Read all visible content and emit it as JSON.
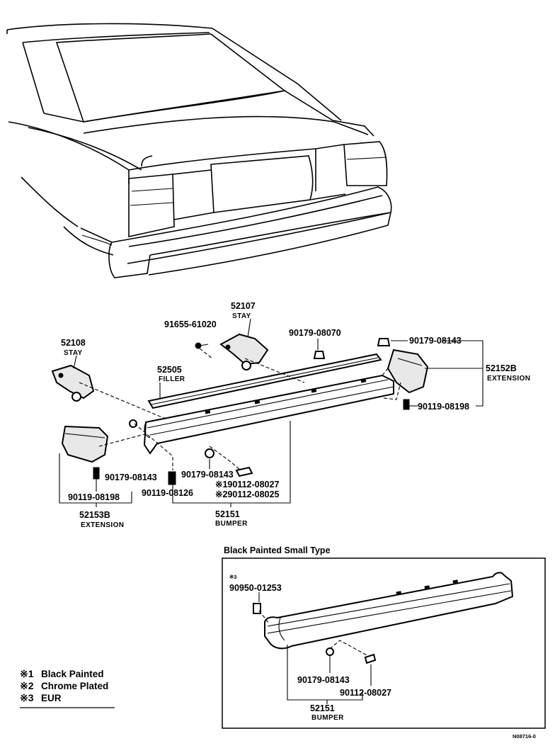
{
  "labels": {
    "stay_right_pn": "52107",
    "stay_right_name": "STAY",
    "stay_left_pn": "52108",
    "stay_left_name": "STAY",
    "screw_top": "91655-61020",
    "nut_top": "90179-08070",
    "nut_ext_right": "90179-08143",
    "ext_right_pn": "52152B",
    "ext_right_name": "EXTENSION",
    "bolt_ext_right": "90119-08198",
    "filler_pn": "52505",
    "filler_name": "FILLER",
    "nut_left": "90179-08143",
    "bolt_left": "90119-08198",
    "ext_left_pn": "52153B",
    "ext_left_name": "EXTENSION",
    "nut_center": "90179-08143",
    "bolt_center": "90119-08126",
    "bolt_alt1": "※190112-08027",
    "bolt_alt2": "※290112-08025",
    "bumper_pn": "52151",
    "bumper_name": "BUMPER"
  },
  "inset": {
    "title": "Black Painted Small Type",
    "note_mark": "※3",
    "clip_pn": "90950-01253",
    "nut_pn": "90179-08143",
    "bolt_pn": "90112-08027",
    "bumper_pn": "52151",
    "bumper_name": "BUMPER"
  },
  "legend": [
    {
      "mark": "※1",
      "text": "Black Painted"
    },
    {
      "mark": "※2",
      "text": "Chrome Plated"
    },
    {
      "mark": "※3",
      "text": "EUR"
    }
  ],
  "ref_code": "N08716-0"
}
